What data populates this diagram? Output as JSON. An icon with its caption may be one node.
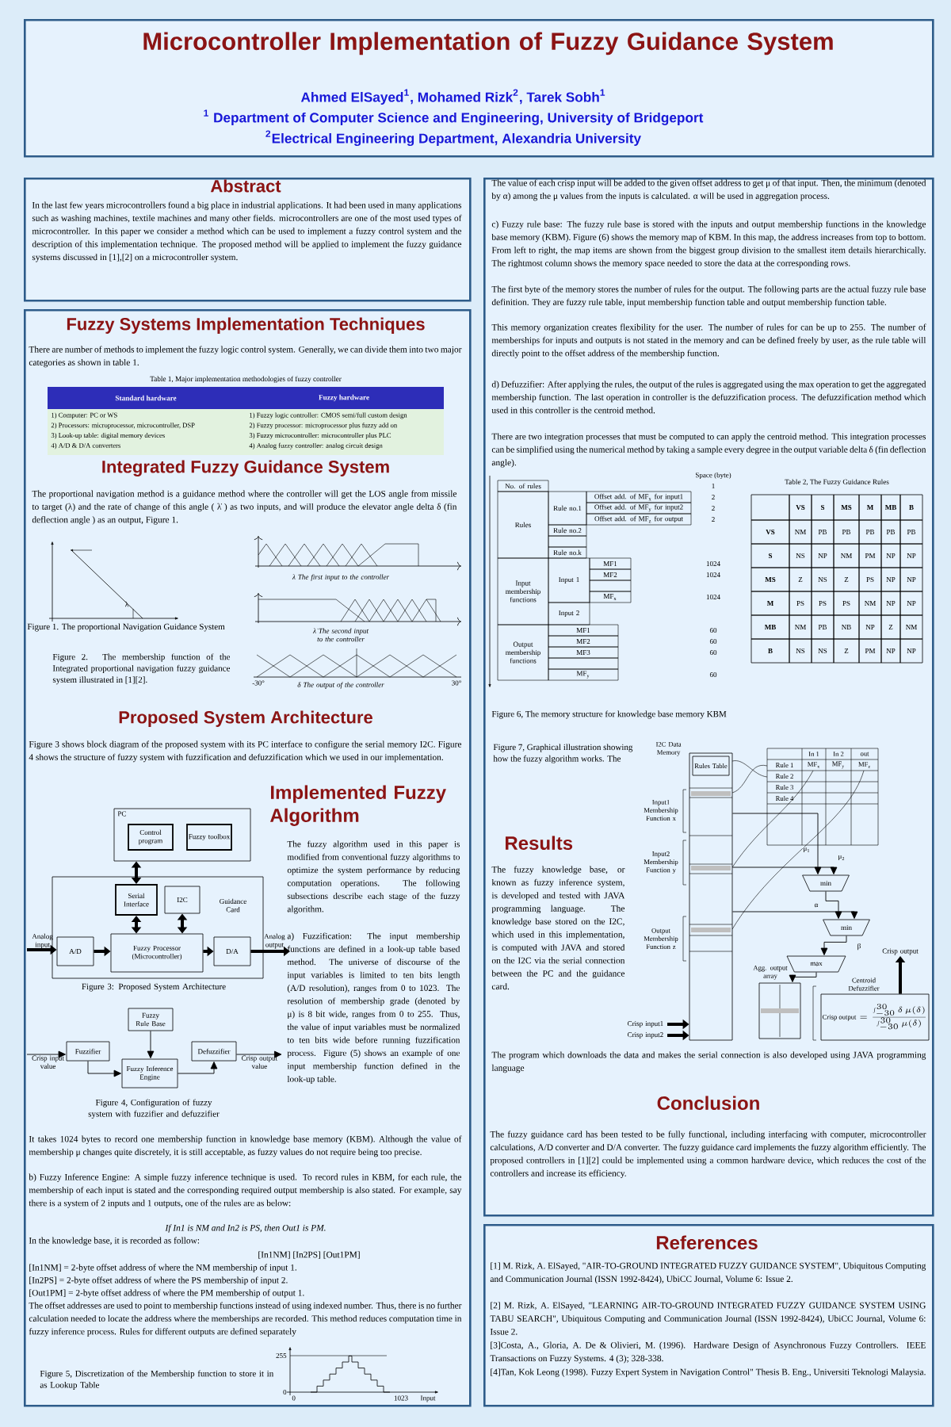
{
  "diagram": {
    "title": "Microcontroller Implementation of Fuzzy Guidance System",
    "nodes": [
      {
        "text": [
          "Ahmed ElSayed$^{1}$, Mohamed Rizk$^{2}$, Tarek Sobh$^{1}$",
          "$^{1}$ Department of Computer Science and Engineering, University of Bridgeport",
          "$^{2}$Electrical Engineering Department, Alexandria University"
        ]
      },
      {
        "text": [
          "Abstract",
          "In the last few years microcontrollers found a big place in industrial applications. It had been used in many applications such as washing machines, textile machines and many other fields. microcontrollers are one of the most used types of microcontroller. In this paper we consider a method which can be used to implement a fuzzy control system and the description of this implementation technique. The proposed method will be applied to implement the fuzzy guidance systems discussed in [1],[2] on a microcontroller system."
        ]
      },
      {
        "text": [
          "Fuzzy Systems Implementation Techniques",
          "There are number of methods to implement the fuzzy logic control system. Generally, we can divide them into two major categories as shown in table 1.",
          "Table 1, Major implementation methodologies of fuzzy controller",
          "Integrated Fuzzy Guidance System",
          "The proportional navigation method is a guidance method where the controller will get the LOS angle from missile to target (λ) and the rate of change of this angle ( λ̇ ) as two inputs, and will produce the elevator angle delta δ (fin deflection angle ) as an output, Figure 1.",
          "Figure 1. The proportional Navigation Guidance System",
          "Figure 2. The membership function of the Integrated proportional navigation fuzzy guidance system illustrated in [1][2].",
          "Proposed System Architecture",
          "Figure 3 shows block diagram of the proposed system with its PC interface to configure the serial memory I2C. Figure 4 shows the structure of fuzzy system with fuzzification and defuzzification which we used in our implementation.",
          "Implemented Fuzzy Algorithm",
          "The fuzzy algorithm used in this paper is modified from conventional fuzzy algorithms to optimize the system performance by reducing computation operations. The following subsections describe each stage of the fuzzy algorithm.",
          "a) Fuzzification: The input membership functions are defined in a look-up table based method. The universe of discourse of the input variables is limited to ten bits length (A/D resolution), ranges from 0 to 1023. The resolution of membership grade (denoted by μ) is 8 bit wide, ranges from 0 to 255. Thus, the value of input variables must be normalized to ten bits wide before running fuzzification process. Figure (5) shows an example of one input membership function defined in the look-up table.",
          "Figure 3: Proposed System Architecture",
          "Figure 4, Configuration of fuzzy system with fuzzifier and defuzzifier",
          "It takes 1024 bytes to record one membership function in knowledge base memory (KBM). Although the value of membership μ changes quite discretely, it is still acceptable, as fuzzy values do not require being too precise.",
          "b) Fuzzy Inference Engine: A simple fuzzy inference technique is used. To record rules in KBM, for each rule, the membership of each input is stated and the corresponding required output membership is also stated. For example, say there is a system of 2 inputs and 1 outputs, one of the rules are as below:",
          "If In1 is NM and In2 is PS, then Out1 is PM.",
          "In the knowledge base, it is recorded as follow:",
          "[In1NM] [In2PS] [Out1PM]",
          "[In1NM] = 2-byte offset address of where the NM membership of input 1.",
          "[In2PS] = 2-byte offset address of where the PS membership of input 2.",
          "[Out1PM] = 2-byte offset address of where the PM membership of output 1.",
          "The offset addresses are used to point to membership functions instead of using indexed number. Thus, there is no further calculation needed to locate the address where the memberships are recorded. This method reduces computation time in fuzzy inference process. Rules for different outputs are defined separately",
          "Figure 5, Discretization of the Membership function to store it in as Lookup Table"
        ]
      },
      {
        "text": [
          "The value of each crisp input will be added to the given offset address to get μ of that input. Then, the minimum (denoted by α) among the μ values from the inputs is calculated. α will be used in aggregation process.",
          "c) Fuzzy rule base: The fuzzy rule base is stored with the inputs and output membership functions in the knowledge base memory (KBM). Figure (6) shows the memory map of KBM. In this map, the address increases from top to bottom. From left to right, the map items are shown from the biggest group division to the smallest item details hierarchically. The rightmost column shows the memory space needed to store the data at the corresponding rows.",
          "The first byte of the memory stores the number of rules for the output. The following parts are the actual fuzzy rule base definition. They are fuzzy rule table, input membership function table and output membership function table.",
          "This memory organization creates flexibility for the user. The number of rules for can be up to 255. The number of memberships for inputs and outputs is not stated in the memory and can be defined freely by user, as the rule table will directly point to the offset address of the membership function.",
          "d) Defuzzifier: After applying the rules, the output of the rules is aggregated using the max operation to get the aggregated membership function. The last operation in controller is the defuzzification process. The defuzzification method which used in this controller is the centroid method.",
          "There are two integration processes that must be computed to can apply the centroid method. This integration processes can be simplified using the numerical method by taking a sample every degree in the output variable delta δ (fin deflection angle).",
          "Table 2, The Fuzzy Guidance Rules",
          "Figure 6, The memory structure for knowledge base memory KBM",
          "Figure 7, Graphical illustration showing how the fuzzy algorithm works. The",
          "Results",
          "The fuzzy knowledge base, or known as fuzzy inference system, is developed and tested with JAVA programming language. The knowledge base stored on the I2C, which used in this implementation, is computed with JAVA and stored on the I2C via the serial connection between the PC and the guidance card.",
          "The program which downloads the data and makes the serial connection is also developed using JAVA programming language",
          "Conclusion",
          "The fuzzy guidance card has been tested to be fully functional, including interfacing with computer, microcontroller calculations, A/D converter and D/A converter. The fuzzy guidance card implements the fuzzy algorithm efficiently. The proposed controllers in [1][2] could be implemented using a common hardware device, which reduces the cost of the controllers and increase its efficiency."
        ]
      },
      {
        "text": [
          "References",
          "[1] M. Rizk, A. ElSayed, \"AIR-TO-GROUND INTEGRATED FUZZY GUIDANCE SYSTEM\", Ubiquitous Computing and Communication Journal (ISSN 1992-8424), UbiCC Journal, Volume 6: Issue 2.",
          "[2] M. Rizk, A. ElSayed, \"LEARNING AIR-TO-GROUND INTEGRATED FUZZY GUIDANCE SYSTEM USING TABU SEARCH\", Ubiquitous Computing and Communication Journal (ISSN 1992-8424), UbiCC Journal, Volume 6: Issue 2.",
          "[3]Costa, A., Gloria, A. De & Olivieri, M. (1996). Hardware Design of Asynchronous Fuzzy Controllers. IEEE Transactions on Fuzzy Systems. 4 (3); 328-338.",
          "[4]Tan, Kok Leong (1998). Fuzzy Expert System in Navigation Control\" Thesis B. Eng., Universiti Teknologi Malaysia."
        ]
      },
      {
        "text": [
          "PC"
        ],
        "in": 2
      },
      {
        "text": [
          "Control program"
        ],
        "in": 5
      },
      {
        "text": [
          "Fuzzy toolbox"
        ],
        "in": 5
      },
      {
        "text": [
          "Guidance Card"
        ],
        "in": 2
      },
      {
        "text": [
          "Serial Interface"
        ],
        "in": 8
      },
      {
        "text": [
          "I2C"
        ],
        "in": 8
      },
      {
        "text": [
          "A/D"
        ],
        "in": 8
      },
      {
        "text": [
          "Fuzzy Processor (Microcontroller)"
        ],
        "in": 8
      },
      {
        "text": [
          "D/A"
        ],
        "in": 8
      },
      {
        "text": [
          "Analog input"
        ],
        "in": 2
      },
      {
        "text": [
          "Analog output"
        ],
        "in": 2
      },
      {
        "text": [
          "Fuzzy Rule Base"
        ],
        "in": 2
      },
      {
        "text": [
          "Fuzzifier"
        ],
        "in": 2
      },
      {
        "text": [
          "Fuzzy Inference Engine"
        ],
        "in": 2
      },
      {
        "text": [
          "Defuzzifier"
        ],
        "in": 2
      },
      {
        "text": [
          "Crisp input value"
        ],
        "in": 2
      },
      {
        "text": [
          "Crisp output value"
        ],
        "in": 2
      },
      {
        "text": [
          "No. of rules"
        ],
        "in": 3
      },
      {
        "text": [
          "Rules"
        ],
        "in": 3
      },
      {
        "text": [
          "Rule no.1"
        ],
        "in": 3
      },
      {
        "text": [
          "Offset add. of MF$_{x}$ for input1"
        ],
        "in": 3
      },
      {
        "text": [
          "Offset add. of MF$_{y}$ for input2"
        ],
        "in": 3
      },
      {
        "text": [
          "Offset add. of MF$_{z}$ for output"
        ],
        "in": 3
      },
      {
        "text": [
          "Rule no.2"
        ],
        "in": 3
      },
      {
        "text": [
          "Rule no.k"
        ],
        "in": 3
      },
      {
        "text": [
          "Input membership functions"
        ],
        "in": 3
      },
      {
        "text": [
          "Input 1"
        ],
        "in": 3
      },
      {
        "text": [
          "MF1"
        ],
        "in": 3
      },
      {
        "text": [
          "MF2"
        ],
        "in": 3
      },
      {
        "text": [
          "MF$_{x}$"
        ],
        "in": 3
      },
      {
        "text": [
          "Input 2"
        ],
        "in": 3
      },
      {
        "text": [
          "Output membership functions"
        ],
        "in": 3
      },
      {
        "text": [
          "MF1"
        ],
        "in": 3
      },
      {
        "text": [
          "MF2"
        ],
        "in": 3
      },
      {
        "text": [
          "MF3"
        ],
        "in": 3
      },
      {
        "text": [
          "MF$_{y}$"
        ],
        "in": 3
      },
      {
        "text": [],
        "shape": "box",
        "in": 3
      },
      {
        "text": [],
        "shape": "box",
        "in": 3
      },
      {
        "text": [],
        "shape": "box",
        "in": 3
      },
      {
        "text": [],
        "shape": "box",
        "in": 3,
        "beside": [
          "I2C Data Memory"
        ]
      },
      {
        "text": [
          "Rules Table"
        ],
        "in": 44
      },
      {
        "text": [
          "min"
        ],
        "in": 3
      },
      {
        "text": [
          "min"
        ],
        "in": 3
      },
      {
        "text": [
          "max"
        ],
        "in": 3
      },
      {
        "text": [],
        "shape": "box",
        "in": 3,
        "beside": [
          "Agg. output array"
        ]
      },
      {
        "text": [],
        "shape": "box",
        "in": 3,
        "beside": [
          "Centroid Defuzzifier"
        ]
      },
      {
        "text": [
          "Crisp output"
        ],
        "in": 3
      },
      {
        "text": [
          "Crisp input1"
        ],
        "in": 3
      },
      {
        "text": [
          "Crisp input2"
        ],
        "in": 3
      }
    ],
    "edges": [
      {
        "from": 5,
        "to": 9,
        "arrow": "both",
        "style": "thick"
      },
      {
        "from": 9,
        "to": 12,
        "arrow": "both",
        "style": "thick"
      },
      {
        "from": 10,
        "to": 12,
        "arrow": "both",
        "style": "thick"
      },
      {
        "from": 14,
        "to": 11,
        "arrow": "to",
        "style": "thick"
      },
      {
        "from": 11,
        "to": 12,
        "arrow": "to",
        "style": "thick"
      },
      {
        "from": 12,
        "to": 13,
        "arrow": "to",
        "style": "thick"
      },
      {
        "from": 13,
        "to": 15,
        "arrow": "to",
        "style": "thick"
      },
      {
        "from": 20,
        "to": 17,
        "arrow": "to"
      },
      {
        "from": 17,
        "to": 18,
        "arrow": "to"
      },
      {
        "from": 16,
        "to": 18,
        "arrow": "to"
      },
      {
        "from": 18,
        "to": 19,
        "arrow": "to"
      },
      {
        "from": 19,
        "to": 21,
        "arrow": "to"
      },
      {
        "from": 52,
        "to": 44,
        "arrow": "to",
        "style": "thick"
      },
      {
        "from": 53,
        "to": 44,
        "arrow": "to",
        "style": "thick"
      },
      {
        "from": 44,
        "to": 46,
        "arrow": "to",
        "label": "μ$_{1}$"
      },
      {
        "from": 44,
        "to": 46,
        "arrow": "to",
        "label": "μ$_{2}$"
      },
      {
        "from": 46,
        "to": 47,
        "arrow": "to",
        "label": "α"
      },
      {
        "from": 44,
        "to": 47,
        "arrow": "to"
      },
      {
        "from": 47,
        "to": 48,
        "arrow": "to",
        "label": "β"
      },
      {
        "from": 48,
        "to": 49,
        "arrow": "to"
      },
      {
        "from": 50,
        "to": 51,
        "arrow": "to",
        "style": "thick"
      }
    ],
    "labels": [
      "Standard hardware",
      "Fuzzy hardware",
      "1) Computer: PC or WS",
      "1) Fuzzy logic controller: CMOS semi/full custom design",
      "2) Processors: microprocessor, microcontroller, DSP",
      "2) Fuzzy processor: microprocessor plus fuzzy add on",
      "3) Look-up table: digital memory devices",
      "3) Fuzzy microcontroller: microcontroller plus PLC",
      "4) A/D & D/A converters",
      "4) Analog fuzzy controller: analog circuit design",
      "λ",
      "λ The first input to the controller",
      "λ̇ The second input to the controller",
      "-30°",
      "δ The output of the controller",
      "30°",
      "255",
      "0",
      "0",
      "1023",
      "Input",
      "Space (byte)",
      "1",
      "2",
      "2",
      "2",
      "1024",
      "1024",
      "1024",
      "60",
      "60",
      "60",
      "60",
      "VS",
      "S",
      "MS",
      "M",
      "MB",
      "B",
      "VS",
      "NM",
      "PB",
      "PB",
      "PB",
      "PB",
      "PB",
      "S",
      "NS",
      "NP",
      "NM",
      "PM",
      "NP",
      "NP",
      "MS",
      "Z",
      "NS",
      "Z",
      "PS",
      "NP",
      "NP",
      "M",
      "PS",
      "PS",
      "PS",
      "NM",
      "NP",
      "NP",
      "MB",
      "NM",
      "PB",
      "NB",
      "NP",
      "Z",
      "NM",
      "B",
      "NS",
      "NS",
      "Z",
      "PM",
      "NP",
      "NP",
      "In 1",
      "In 2",
      "out",
      "Rule 1",
      "MF$_{x}$",
      "MF$_{y}$",
      "MF$_{z}$",
      "Rule 2",
      "Rule 3",
      "Rule 4",
      "Input1 Membership Function x",
      "Input2 Membership Function y",
      "Output Membership Function z",
      "\\text{Crisp output}=\\frac{\\int_{-30}^{30}\\delta\\,\\mu(\\delta)}{\\int_{-30}^{30}\\mu(\\delta)}"
    ]
  }
}
